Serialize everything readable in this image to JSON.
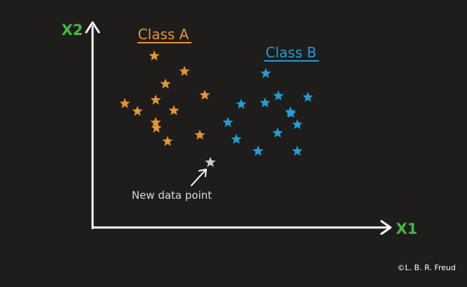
{
  "chart_data": {
    "type": "scatter",
    "xlabel": "X1",
    "ylabel": "X2",
    "grid": false,
    "series": [
      {
        "name": "Class A",
        "color": "#e8962a",
        "marker": "star",
        "points": [
          [
            88,
            245
          ],
          [
            131,
            223
          ],
          [
            104,
            205
          ],
          [
            46,
            177
          ],
          [
            64,
            166
          ],
          [
            90,
            182
          ],
          [
            160,
            189
          ],
          [
            107,
            123
          ],
          [
            90,
            150
          ],
          [
            116,
            167
          ],
          [
            91,
            142
          ],
          [
            153,
            132
          ]
        ]
      },
      {
        "name": "Class B",
        "color": "#1ca1d6",
        "marker": "star",
        "points": [
          [
            247,
            220
          ],
          [
            212,
            176
          ],
          [
            265,
            188
          ],
          [
            307,
            186
          ],
          [
            246,
            178
          ],
          [
            283,
            163
          ],
          [
            193,
            150
          ],
          [
            205,
            126
          ],
          [
            236,
            109
          ],
          [
            292,
            147
          ],
          [
            264,
            135
          ],
          [
            282,
            165
          ],
          [
            236,
            109
          ],
          [
            292,
            109
          ]
        ]
      },
      {
        "name": "New data point",
        "color": "#cfcfcf",
        "marker": "star",
        "points": [
          [
            168,
            93
          ]
        ]
      }
    ],
    "annotations": [
      {
        "text": "New data point",
        "points_to": [
          168,
          93
        ]
      }
    ]
  },
  "labels": {
    "x_axis": "X1",
    "y_axis": "X2",
    "class_a": "Class A",
    "class_b": "Class B",
    "new_point": "New data point",
    "credit": "©L. B. R. Freud"
  },
  "colors": {
    "background": "#1f1c1c",
    "axes": "#ffffff",
    "axis_labels": "#3dbb3d",
    "class_a": "#e8962a",
    "class_b": "#1ca1d6",
    "new_point": "#cfcfcf",
    "text": "#d9d9d9"
  }
}
